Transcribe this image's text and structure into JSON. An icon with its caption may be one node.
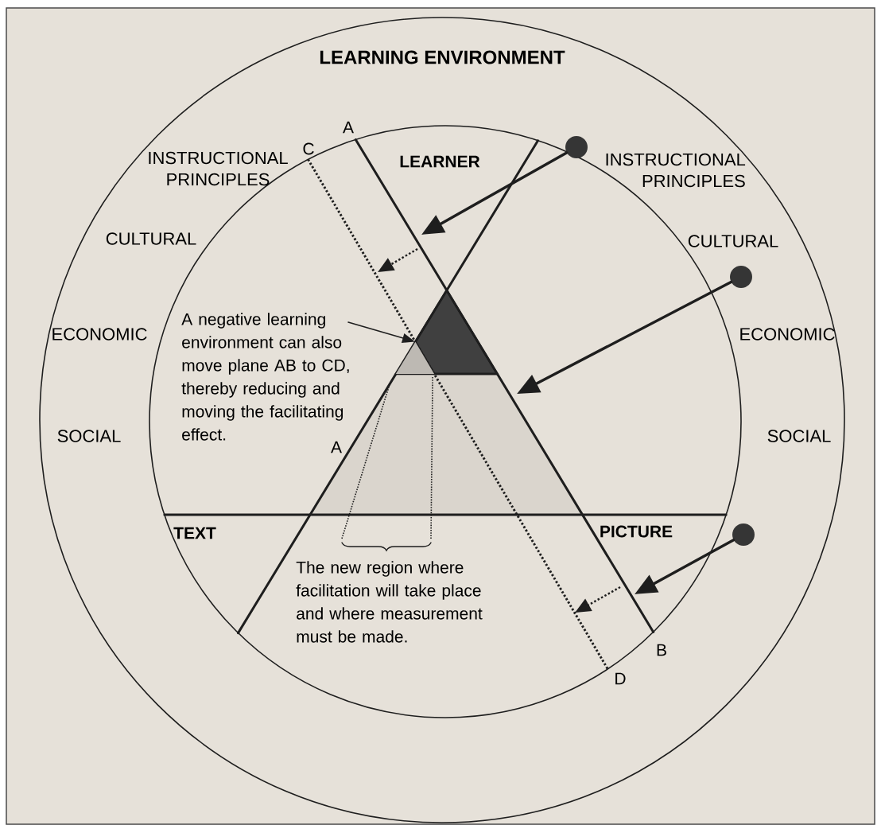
{
  "diagram": {
    "title": "LEARNING ENVIRONMENT",
    "nodes": [
      {
        "text": [],
        "shape": "circle"
      },
      {
        "text": [],
        "shape": "circle"
      },
      {
        "text": [
          "A negative learning environment can also move plane AB to CD, thereby reducing and moving the facilitating effect."
        ]
      },
      {
        "text": [],
        "shape": "triangle"
      },
      {
        "text": [],
        "shape": "circle"
      }
    ],
    "edges": [
      {
        "from": 0,
        "to": null,
        "arrow": "to"
      },
      {
        "from": 1,
        "to": null,
        "arrow": "to"
      },
      {
        "from": 2,
        "to": 3,
        "arrow": "to"
      },
      {
        "from": 4,
        "to": null,
        "arrow": "to"
      }
    ],
    "labels": [
      "A",
      "C",
      "LEARNER",
      "INSTRUCTIONAL PRINCIPLES",
      "INSTRUCTIONAL PRINCIPLES",
      "CULTURAL",
      "CULTURAL",
      "ECONOMIC",
      "ECONOMIC",
      "SOCIAL",
      "SOCIAL",
      "A",
      "TEXT",
      "PICTURE",
      "The new region where facilitation will take place and where measurement must be made.",
      "B",
      "D"
    ]
  }
}
